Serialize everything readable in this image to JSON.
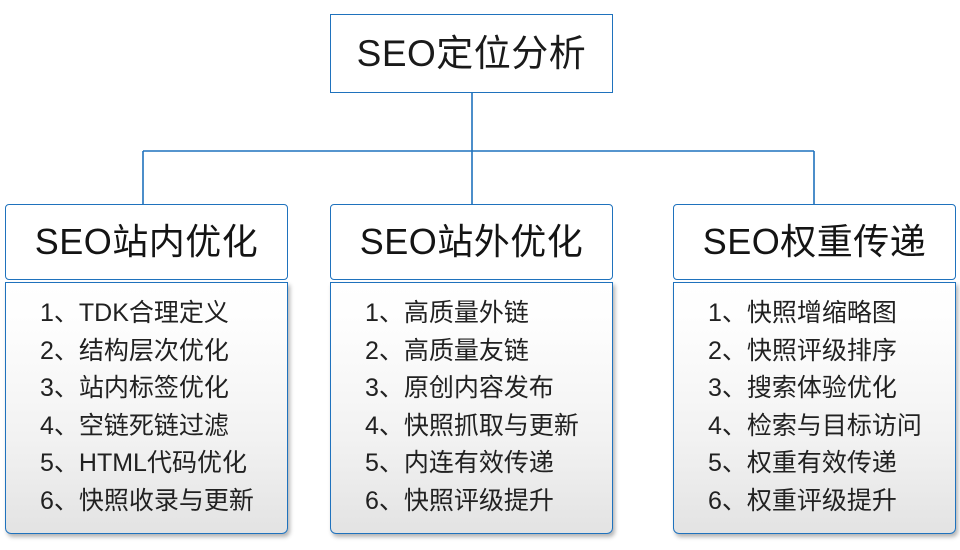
{
  "diagram": {
    "type": "tree",
    "accent_color": "#1f72bd",
    "text_color": "#1a1a1a",
    "root": {
      "label": "SEO定位分析"
    },
    "branches": [
      {
        "title": "SEO站内优化",
        "items": [
          "1、TDK合理定义",
          "2、结构层次优化",
          "3、站内标签优化",
          "4、空链死链过滤",
          "5、HTML代码优化",
          "6、快照收录与更新"
        ]
      },
      {
        "title": "SEO站外优化",
        "items": [
          "1、高质量外链",
          "2、高质量友链",
          "3、原创内容发布",
          "4、快照抓取与更新",
          "5、内连有效传递",
          "6、快照评级提升"
        ]
      },
      {
        "title": "SEO权重传递",
        "items": [
          "1、快照增缩略图",
          "2、快照评级排序",
          "3、搜索体验优化",
          "4、检索与目标访问",
          "5、权重有效传递",
          "6、权重评级提升"
        ]
      }
    ]
  }
}
